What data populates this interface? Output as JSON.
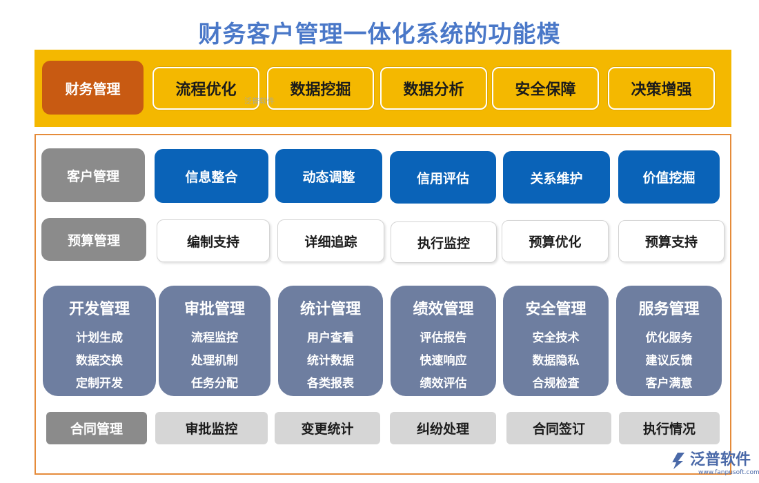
{
  "title": "财务客户管理一体化系统的功能模",
  "finance": {
    "label": "财务管理",
    "items": [
      "流程优化",
      "数据挖掘",
      "数据分析",
      "安全保障",
      "决策增强"
    ]
  },
  "watermark": "泛普软件",
  "customer": {
    "label": "客户管理",
    "items": [
      "信息整合",
      "动态调整",
      "信用评估",
      "关系维护",
      "价值挖掘"
    ]
  },
  "budget": {
    "label": "预算管理",
    "items": [
      "编制支持",
      "详细追踪",
      "执行监控",
      "预算优化",
      "预算支持"
    ]
  },
  "cards": [
    {
      "title": "开发管理",
      "items": [
        "计划生成",
        "数据交换",
        "定制开发"
      ]
    },
    {
      "title": "审批管理",
      "items": [
        "流程监控",
        "处理机制",
        "任务分配"
      ]
    },
    {
      "title": "统计管理",
      "items": [
        "用户查看",
        "统计数据",
        "各类报表"
      ]
    },
    {
      "title": "绩效管理",
      "items": [
        "评估报告",
        "快速响应",
        "绩效评估"
      ]
    },
    {
      "title": "安全管理",
      "items": [
        "安全技术",
        "数据隐私",
        "合规检查"
      ]
    },
    {
      "title": "服务管理",
      "items": [
        "优化服务",
        "建议反馈",
        "客户满意"
      ]
    }
  ],
  "contract": {
    "label": "合同管理",
    "items": [
      "审批监控",
      "变更统计",
      "纠纷处理",
      "合同签订",
      "执行情况"
    ]
  },
  "logo": {
    "name": "泛普软件",
    "url": "www.fanpusoft.com"
  },
  "colors": {
    "title": "#4a78c8",
    "band": "#f4b800",
    "finance_head": "#c85a12",
    "blue": "#0a63b8",
    "card": "#6e7ea0",
    "frame": "#e58b3a"
  }
}
